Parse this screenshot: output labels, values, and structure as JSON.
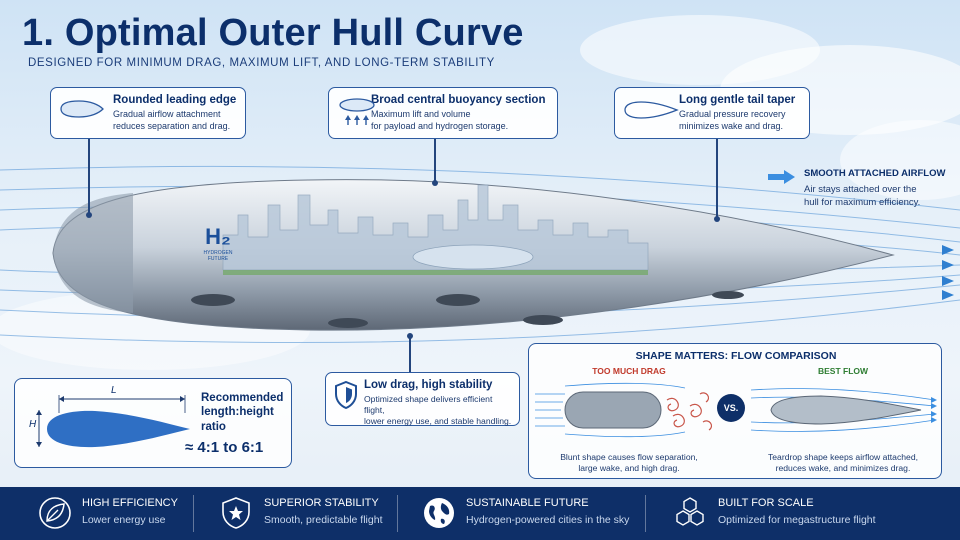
{
  "header": {
    "title": "1. Optimal Outer Hull Curve",
    "subtitle": "DESIGNED FOR MINIMUM DRAG, MAXIMUM LIFT, AND LONG-TERM STABILITY"
  },
  "callouts": {
    "leading_edge": {
      "title": "Rounded leading edge",
      "line1": "Gradual airflow attachment",
      "line2": "reduces separation and drag."
    },
    "buoyancy": {
      "title": "Broad central buoyancy section",
      "line1": "Maximum lift and volume",
      "line2": "for payload and hydrogen storage."
    },
    "tail": {
      "title": "Long gentle tail taper",
      "line1": "Gradual pressure recovery",
      "line2": "minimizes wake and drag."
    },
    "low_drag": {
      "title": "Low drag, high stability",
      "line1": "Optimized shape delivers efficient flight,",
      "line2": "lower energy use, and stable handling."
    }
  },
  "airflow": {
    "title": "SMOOTH ATTACHED AIRFLOW",
    "line1": "Air stays attached over the",
    "line2": "hull for maximum efficiency."
  },
  "hull": {
    "h2_label": "H₂",
    "h2_sub1": "HYDROGEN",
    "h2_sub2": "FUTURE"
  },
  "ratio": {
    "title_line1": "Recommended",
    "title_line2": "length:height",
    "title_line3": "ratio",
    "value": "≈ 4:1 to 6:1",
    "label_l": "L",
    "label_h": "H"
  },
  "comparison": {
    "title": "SHAPE MATTERS: FLOW COMPARISON",
    "bad_label": "TOO MUCH DRAG",
    "good_label": "BEST FLOW",
    "vs": "VS.",
    "bad_line1": "Blunt shape causes flow separation,",
    "bad_line2": "large wake, and high drag.",
    "good_line1": "Teardrop shape keeps airflow attached,",
    "good_line2": "reduces wake, and minimizes drag."
  },
  "features": [
    {
      "title": "HIGH EFFICIENCY",
      "subtitle": "Lower energy use",
      "icon": "leaf-icon"
    },
    {
      "title": "SUPERIOR STABILITY",
      "subtitle": "Smooth, predictable flight",
      "icon": "shield-star-icon"
    },
    {
      "title": "SUSTAINABLE FUTURE",
      "subtitle": "Hydrogen-powered cities in the sky",
      "icon": "globe-icon"
    },
    {
      "title": "BUILT FOR SCALE",
      "subtitle": "Optimized for megastructure flight",
      "icon": "hexagon-cluster-icon"
    }
  ],
  "colors": {
    "navy": "#0c2f6b",
    "accent_blue": "#2c5aa0",
    "drag_red": "#c0392b",
    "flow_green": "#2e7d32",
    "bar": "#0e2f68"
  }
}
